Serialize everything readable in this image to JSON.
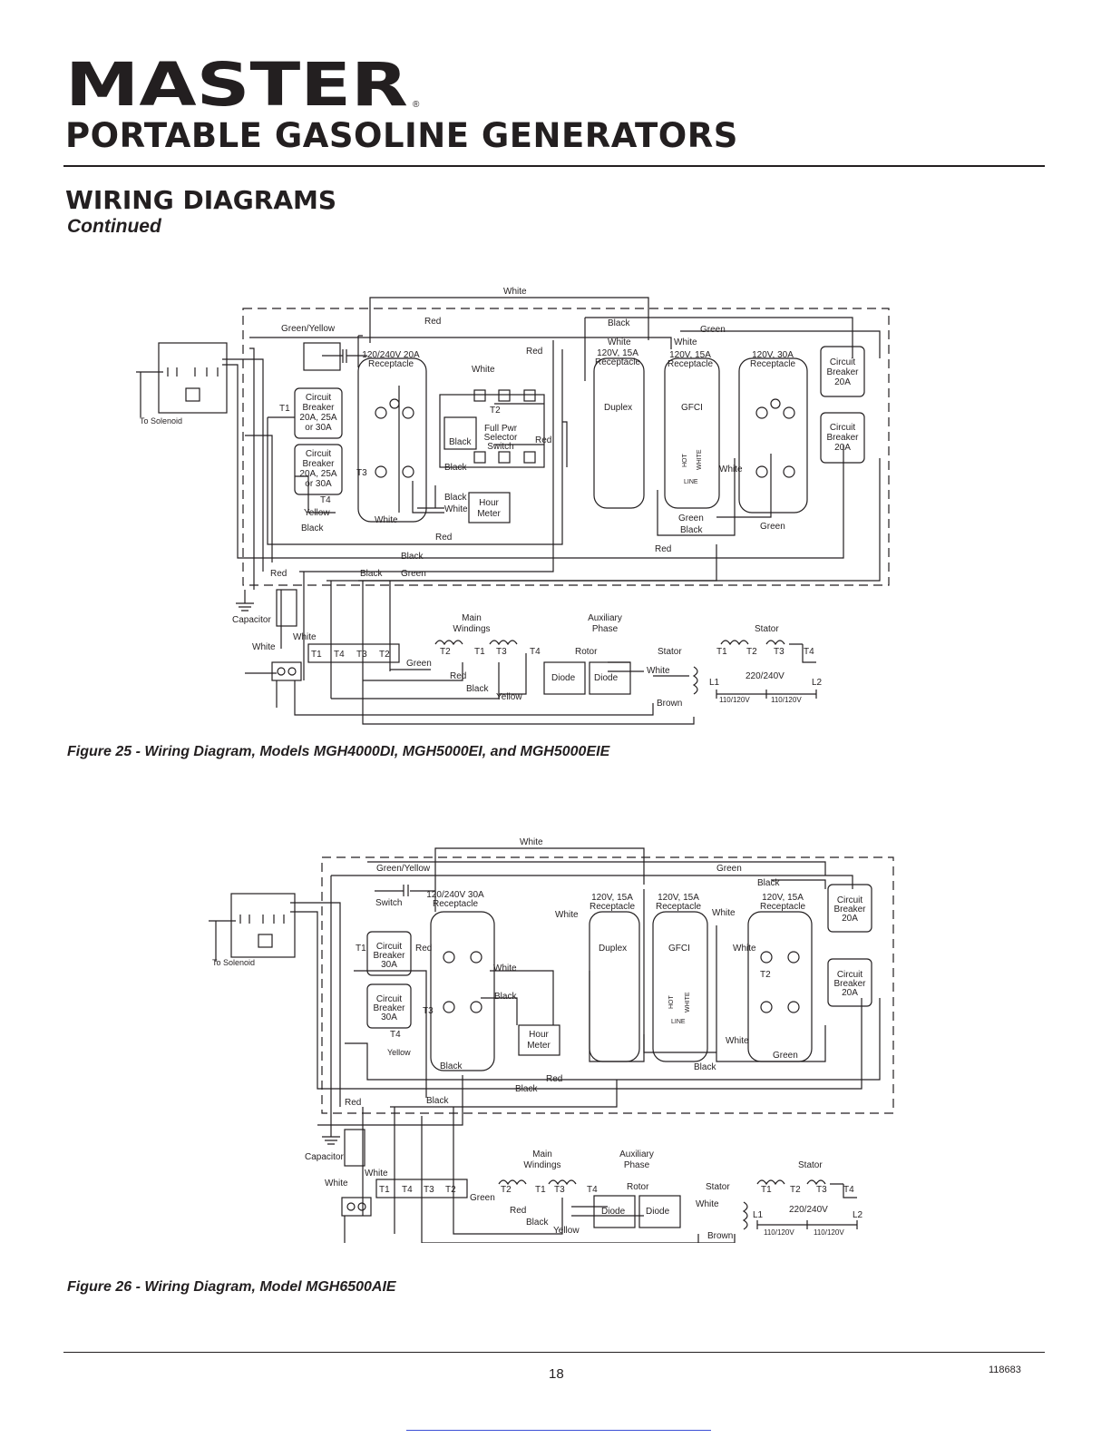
{
  "header": {
    "brand": "MASTER",
    "registered_mark": "®",
    "product_title": "PORTABLE GASOLINE GENERATORS",
    "section_title": "WIRING DIAGRAMS",
    "section_subtitle": "Continued"
  },
  "figures": [
    {
      "caption": "Figure 25 - Wiring Diagram, Models MGH4000DI, MGH5000EI, and MGH5000EIE",
      "labels": {
        "white_top": "White",
        "green_yellow": "Green/Yellow",
        "red_top": "Red",
        "black_top": "Black",
        "green_top": "Green",
        "white_a": "White",
        "white_b": "White",
        "red_mid": "Red",
        "white_mid": "White",
        "to_solenoid": "To Solenoid",
        "t1": "T1",
        "t2": "T2",
        "t3": "T3",
        "t4": "T4",
        "cb1": [
          "Circuit",
          "Breaker",
          "20A, 25A",
          "or 30A"
        ],
        "cb2": [
          "Circuit",
          "Breaker",
          "20A, 25A",
          "or 30A"
        ],
        "rec240": [
          "120/240V 20A",
          "Receptacle"
        ],
        "rec15a": [
          "120V, 15A",
          "Receptacle"
        ],
        "rec15b": [
          "120V, 15A",
          "Receptacle"
        ],
        "rec30": [
          "120V, 30A",
          "Receptacle"
        ],
        "cb3": [
          "Circuit",
          "Breaker",
          "20A"
        ],
        "cb4": [
          "Circuit",
          "Breaker",
          "20A"
        ],
        "selector": [
          "Full Pwr",
          "Selector",
          "Switch"
        ],
        "black_sw": "Black",
        "red_sw": "Red",
        "duplex": "Duplex",
        "gfci": "GFCI",
        "hot": "HOT",
        "white_v": "WHITE",
        "line": "LINE",
        "white_gfci": "White",
        "yellow": "Yellow",
        "black_l": "Black",
        "white_rec": "White",
        "black_hm": "Black",
        "white_hm": "White",
        "hour_meter": [
          "Hour",
          "Meter"
        ],
        "black_mid": "Black",
        "red_low": "Red",
        "green_g": "Green",
        "black_g": "Black",
        "green_r": "Green",
        "red_r": "Red",
        "black_low": "Black",
        "red_b": "Red",
        "black_b": "Black",
        "green_b": "Green",
        "capacitor": "Capacitor",
        "white_c1": "White",
        "white_c2": "White",
        "terminal_labels": [
          "T1",
          "T4",
          "T3",
          "T2"
        ],
        "main_windings": [
          "Main",
          "Windings"
        ],
        "aux_phase": [
          "Auxiliary",
          "Phase"
        ],
        "w_t2": "T2",
        "w_t1": "T1",
        "w_t3": "T3",
        "w_t4": "T4",
        "rotor": "Rotor",
        "diode": "Diode",
        "stator": "Stator",
        "stator2": "Stator",
        "green_w": "Green",
        "red_w": "Red",
        "black_w": "Black",
        "yellow_w": "Yellow",
        "white_s": "White",
        "brown": "Brown",
        "s_t1": "T1",
        "s_t2": "T2",
        "s_t3": "T3",
        "s_t4": "T4",
        "l1": "L1",
        "l2": "L2",
        "v240": "220/240V",
        "v120a": "110/120V",
        "v120b": "110/120V"
      }
    },
    {
      "caption": "Figure 26 - Wiring Diagram, Model MGH6500AIE",
      "labels": {
        "white_top": "White",
        "green_yellow": "Green/Yellow",
        "switch": "Switch",
        "green_top": "Green",
        "black_top": "Black",
        "rec240": [
          "120/240V 30A",
          "Receptacle"
        ],
        "rec15a": [
          "120V, 15A",
          "Receptacle"
        ],
        "rec15b": [
          "120V, 15A",
          "Receptacle"
        ],
        "rec15c": [
          "120V, 15A",
          "Receptacle"
        ],
        "cb3": [
          "Circuit",
          "Breaker",
          "20A"
        ],
        "cb4": [
          "Circuit",
          "Breaker",
          "20A"
        ],
        "cb1": [
          "Circuit",
          "Breaker",
          "30A"
        ],
        "cb2": [
          "Circuit",
          "Breaker",
          "30A"
        ],
        "to_solenoid": "To Solenoid",
        "t1": "T1",
        "t2": "T2",
        "t3": "T3",
        "t4": "T4",
        "white_a": "White",
        "white_b": "White",
        "red_cb": "Red",
        "white_hm": "White",
        "black_hm": "Black",
        "hour_meter": [
          "Hour",
          "Meter"
        ],
        "duplex": "Duplex",
        "gfci": "GFCI",
        "hot": "HOT",
        "white_v": "WHITE",
        "line": "LINE",
        "white_r": "White",
        "white_r2": "White",
        "green_r": "Green",
        "yellow": "Yellow",
        "black_1": "Black",
        "black_2": "Black",
        "red_low": "Red",
        "black_low": "Black",
        "red_b": "Red",
        "black_b": "Black",
        "capacitor": "Capacitor",
        "white_c1": "White",
        "white_c2": "White",
        "terminal_labels": [
          "T1",
          "T4",
          "T3",
          "T2"
        ],
        "main_windings": [
          "Main",
          "Windings"
        ],
        "aux_phase": [
          "Auxiliary",
          "Phase"
        ],
        "w_t2": "T2",
        "w_t1": "T1",
        "w_t3": "T3",
        "w_t4": "T4",
        "rotor": "Rotor",
        "diode": "Diode",
        "stator": "Stator",
        "stator2": "Stator",
        "green_w": "Green",
        "red_w": "Red",
        "black_w": "Black",
        "yellow_w": "Yellow",
        "white_s": "White",
        "brown": "Brown",
        "s_t1": "T1",
        "s_t2": "T2",
        "s_t3": "T3",
        "s_t4": "T4",
        "l1": "L1",
        "l2": "L2",
        "v240": "220/240V",
        "v120a": "110/120V",
        "v120b": "110/120V"
      }
    }
  ],
  "footer": {
    "page_number": "18",
    "doc_number": "118683"
  }
}
